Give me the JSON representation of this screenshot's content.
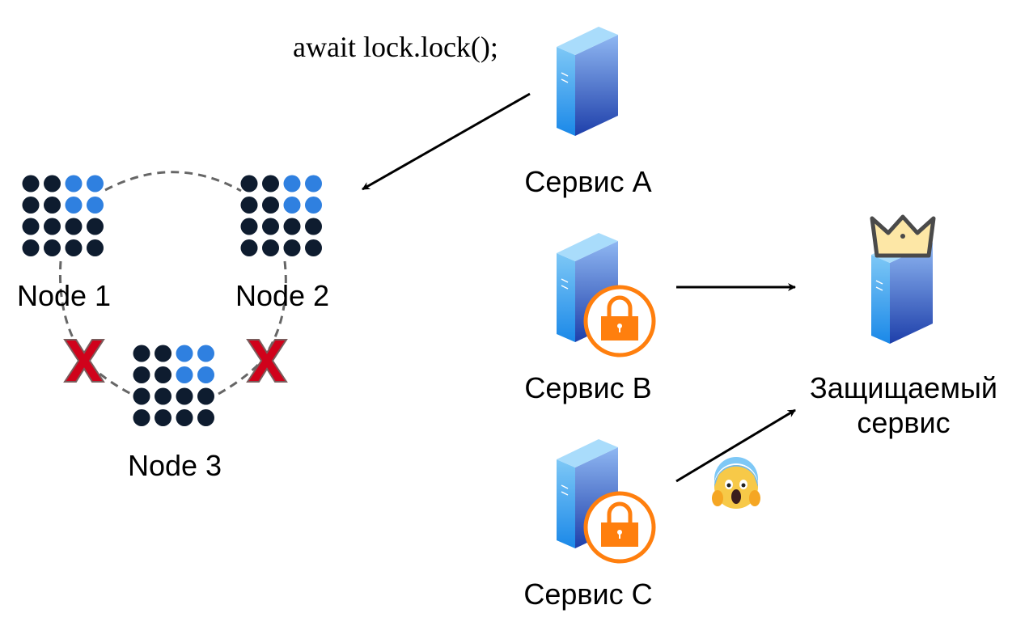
{
  "code_caption": "await lock.lock();",
  "nodes": [
    {
      "label": "Node 1",
      "failed": false
    },
    {
      "label": "Node 2",
      "failed": false
    },
    {
      "label": "Node 3",
      "failed": false
    }
  ],
  "services": [
    {
      "label": "Сервис A",
      "has_lock": false
    },
    {
      "label": "Сервис B",
      "has_lock": true
    },
    {
      "label": "Сервис C",
      "has_lock": true
    }
  ],
  "protected_service": {
    "label_line1": "Защищаемый",
    "label_line2": "сервис",
    "icon": "crown-icon"
  },
  "emoji": "😱",
  "colors": {
    "dot_dark": "#0e1c2f",
    "dot_blue": "#2f80e0",
    "lock_orange": "#ff7f0e",
    "cross_red": "#d0021b",
    "ring_dash": "#666666",
    "server_light": "#7ec8f6",
    "server_dark": "#1e3faa"
  }
}
